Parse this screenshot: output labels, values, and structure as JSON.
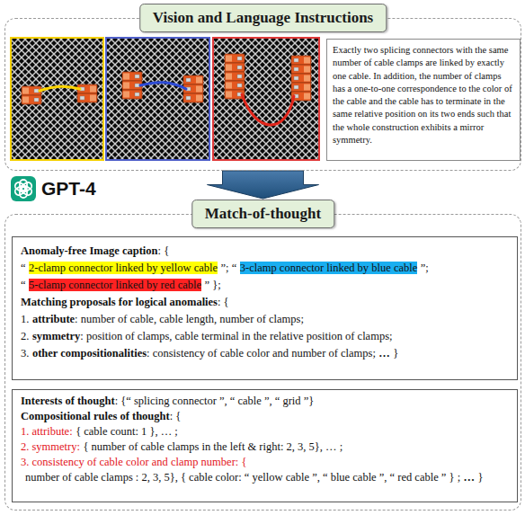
{
  "diagram": {
    "nodes": [
      {
        "text": [
          "Vision and Language Instructions"
        ]
      },
      {
        "text": [
          "Exactly two splicing connectors with the same number of cable clamps are linked by exactly one cable. In addition, the number of clamps has a one-to-one correspondence to the color of the cable and the cable has to terminate in the same relative position on its two ends such that the whole construction exhibits a mirror symmetry."
        ],
        "in": 0
      },
      {
        "text": [
          "Match-of-thought"
        ]
      },
      {
        "text": [
          "Anomaly-free Image caption",
          ": {",
          "“",
          "2-clamp connector linked by yellow cable",
          "”; “",
          "3-clamp connector linked by blue cable",
          "”;",
          "“",
          "5-clamp connector linked by red cable",
          "” };",
          "Matching proposals for logical anomalies",
          ": {",
          "1.",
          "attribute",
          ": number of cable, cable length, number of clamps;",
          "2.",
          "symmetry",
          ": position of clamps, cable terminal in the relative position of clamps;",
          "3.",
          "other compositionalities",
          ": consistency of cable color and number of clamps;",
          "…",
          "}"
        ],
        "in": 2
      },
      {
        "text": [
          "Interests of thought",
          ": {“ splicing connector ”, “ cable ”, “ grid ”}",
          "Compositional rules of thought",
          ": {",
          "1. attribute:",
          "{ cable count: 1 }, … ;",
          "2. symmetry:",
          "{ number of cable clamps in the left & right: 2, 3, 5}, … ;",
          "3. consistency of cable color and clamp number: {",
          "number of cable clamps : 2, 3, 5}, { cable color: “ yellow cable ”, “ blue cable ”, “ red cable ” } ;",
          "…",
          "}"
        ],
        "in": 2
      }
    ],
    "edges": [
      {
        "from": 0,
        "to": 2,
        "arrow": "to"
      }
    ],
    "labels": [
      "GPT-4"
    ]
  }
}
